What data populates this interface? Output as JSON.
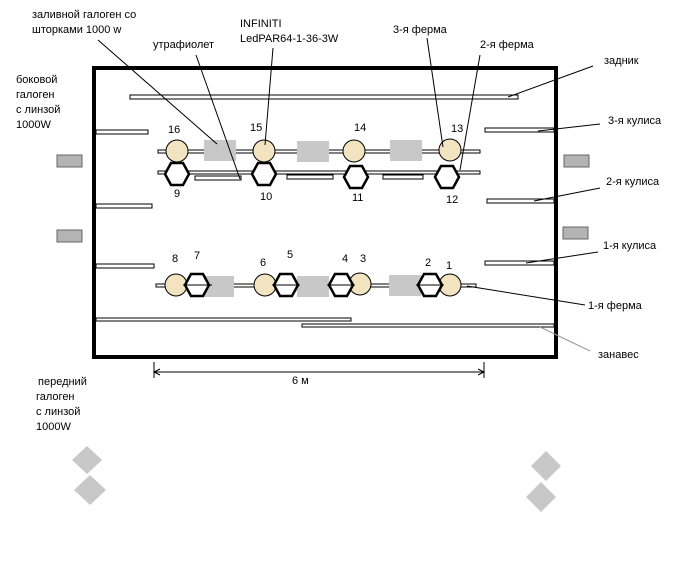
{
  "labels": {
    "flood_halogen": [
      "заливной галоген со",
      "шторками 1000 w"
    ],
    "infiniti": [
      "INFINITI",
      "LedPAR64-1-36-3W"
    ],
    "ultraviolet": "утрафиолет",
    "truss3": "3-я ферма",
    "truss2": "2-я ферма",
    "backdrop": "задник",
    "side_halogen": [
      "боковой",
      "галоген",
      "с линзой",
      "1000W"
    ],
    "wing3": "3-я кулиса",
    "wing2": "2-я кулиса",
    "wing1": "1-я кулиса",
    "truss1": "1-я ферма",
    "curtain": "занавес",
    "width": "6 м",
    "front_halogen": [
      "передний",
      "галоген",
      "с линзой",
      "1000W"
    ]
  },
  "numbers": {
    "n1": "1",
    "n2": "2",
    "n3": "3",
    "n4": "4",
    "n5": "5",
    "n6": "6",
    "n7": "7",
    "n8": "8",
    "n9": "9",
    "n10": "10",
    "n11": "11",
    "n12": "12",
    "n13": "13",
    "n14": "14",
    "n15": "15",
    "n16": "16"
  },
  "colors": {
    "par": "#f2e4c0",
    "halogen": "#c8c8c8",
    "side_box": "#b4b4b4",
    "lines": "#000000"
  }
}
